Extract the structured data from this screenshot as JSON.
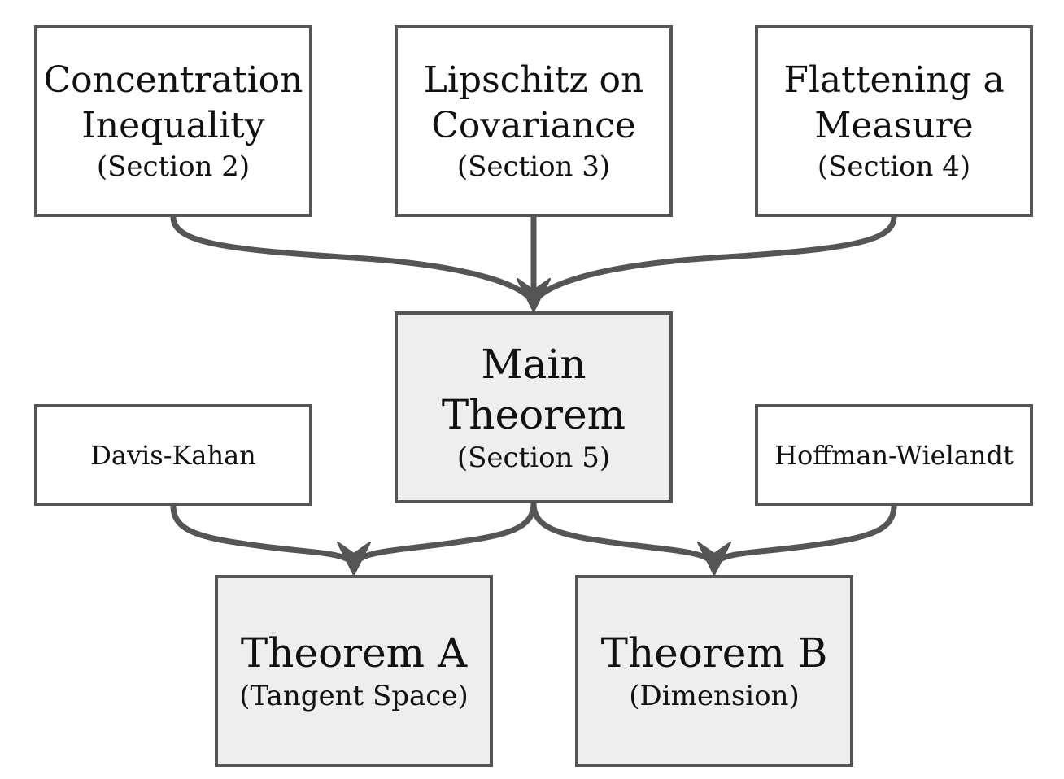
{
  "colors": {
    "stroke": "#555555",
    "box_fill": "#ffffff",
    "shaded_fill": "#eeeeee",
    "text": "#111111"
  },
  "nodes": {
    "concentration": {
      "title": "Concentration\nInequality",
      "subtitle": "(Section 2)"
    },
    "lipschitz": {
      "title": "Lipschitz on\nCovariance",
      "subtitle": "(Section 3)"
    },
    "flattening": {
      "title": "Flattening a\nMeasure",
      "subtitle": "(Section 4)"
    },
    "main": {
      "title": "Main\nTheorem",
      "subtitle": "(Section 5)"
    },
    "davis_kahan": {
      "title": "Davis-Kahan"
    },
    "hoffman": {
      "title": "Hoffman-Wielandt"
    },
    "theorem_a": {
      "title": "Theorem A",
      "subtitle": "(Tangent Space)"
    },
    "theorem_b": {
      "title": "Theorem B",
      "subtitle": "(Dimension)"
    }
  },
  "edges": [
    {
      "from": "concentration",
      "to": "main"
    },
    {
      "from": "lipschitz",
      "to": "main"
    },
    {
      "from": "flattening",
      "to": "main"
    },
    {
      "from": "davis_kahan",
      "to": "theorem_a"
    },
    {
      "from": "main",
      "to": "theorem_a"
    },
    {
      "from": "main",
      "to": "theorem_b"
    },
    {
      "from": "hoffman",
      "to": "theorem_b"
    }
  ]
}
